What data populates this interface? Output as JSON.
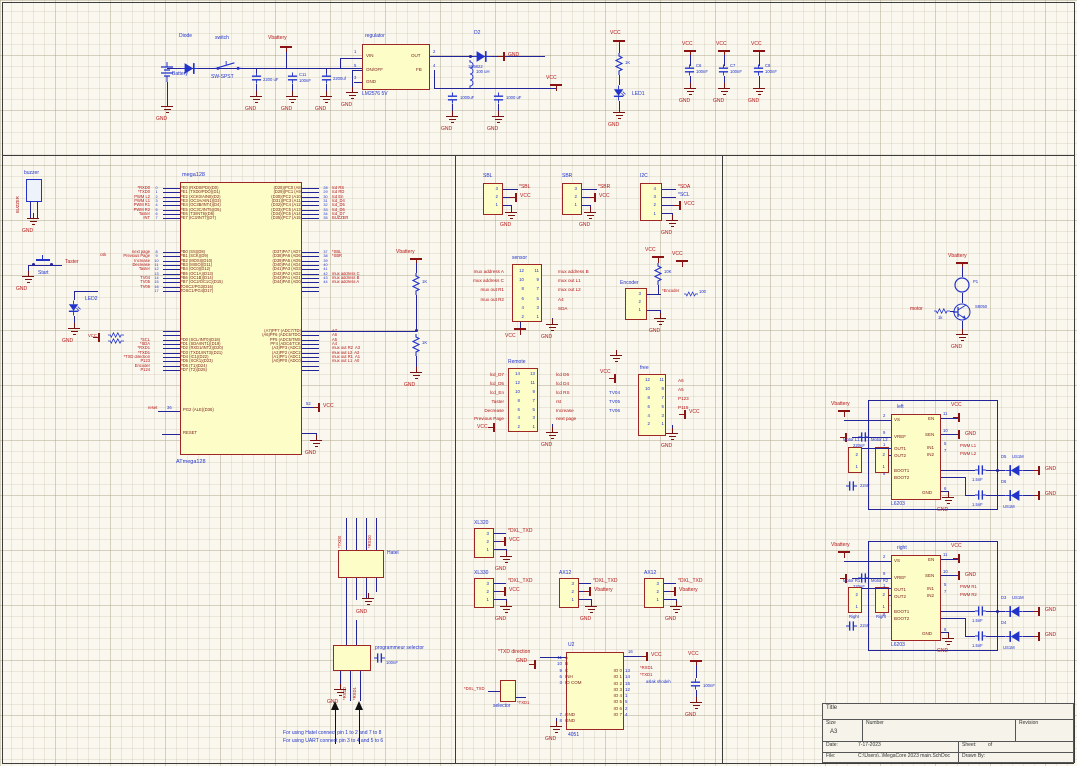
{
  "labels": {
    "gnd": "GND",
    "vcc": "VCC",
    "vbattery": "Vbattery"
  },
  "power": {
    "battery": "Battery",
    "diode": "Diode",
    "switch": "switch",
    "switch_type": "SW-SPST",
    "cap1": "2200 uF",
    "cap2_ref": "C11",
    "cap2_val": "100nF",
    "cap3": "2200uf",
    "reg_title": "regulator",
    "reg_name": "LM2576 5V",
    "reg": {
      "vin": "VIN",
      "out": "OUT",
      "onoff": "ON/OFF",
      "fb": "FB",
      "gnd": "GND",
      "n_vin": "1",
      "n_out": "2",
      "n_onoff": "5",
      "n_fb": "4",
      "n_gnd": "3"
    },
    "d2_ref": "D2",
    "d2_val": "1N5822",
    "ind": "100 uH",
    "cap4": "1000uF",
    "cap5": "1000 uF",
    "led_res": "1K",
    "led_ref": "LED1",
    "cvcc": [
      {
        "ref": "C6",
        "val": "100nF"
      },
      {
        "ref": "C7",
        "val": "100nF"
      },
      {
        "ref": "C8",
        "val": "100nF"
      }
    ]
  },
  "left": {
    "buzzer_title": "buzzer",
    "buzzer_net": "BUZZER",
    "start": "Start",
    "start_net": "Taster",
    "led2": "LED2"
  },
  "mcu": {
    "title": "mega128",
    "name": "ATmega128",
    "csk": "csk",
    "pullup_vcc": "VCC",
    "pe_rows": [
      {
        "l": "*RXD0",
        "ln": "0",
        "fl": "PE0 (RXD0/PDI)(D0)",
        "fr": "(D28)(PC0 (A8)",
        "rn": "lcd RS",
        "r": "28"
      },
      {
        "l": "*TXD0",
        "ln": "1",
        "fl": "PE1 (TXD0/PDO)(D1)",
        "fr": "(D29)(PC1 (A9)",
        "rn": "lcd RD",
        "r": "29"
      },
      {
        "l": "PWM L2",
        "ln": "2",
        "fl": "PE2 (XCK0/AIN0)(D2)",
        "fr": "(D30)(PC2 (A10)",
        "rn": "lcd En",
        "r": "30"
      },
      {
        "l": "PWM L1",
        "ln": "3",
        "fl": "PE3 (OC3A/AIN1)(D3)",
        "fr": "(D31)(PC3 (A11)",
        "rn": "lcd_D4",
        "r": "31"
      },
      {
        "l": "PWM R1",
        "ln": "4",
        "fl": "PE4 (OC3B/INT4)(D4)",
        "fr": "(D32)(PC4 (A12)",
        "rn": "lcd_D5",
        "r": "32"
      },
      {
        "l": "PWM R2",
        "ln": "5",
        "fl": "PE5 (OC3C/INT5)(D5)",
        "fr": "(D33)(PC5 (A13)",
        "rn": "lcd_D6",
        "r": "33"
      },
      {
        "l": "Taster",
        "ln": "6",
        "fl": "PE6 (T3/INT6)(D6)",
        "fr": "(D34)(PC6 (A14)",
        "rn": "lcd_D7",
        "r": "34"
      },
      {
        "l": "INT",
        "ln": "7",
        "fl": "PE7 (IC3/INT7)(D7)",
        "fr": "(D35)(PC7 (A15)",
        "rn": "BUZZER",
        "r": "35"
      }
    ],
    "pb_rows": [
      {
        "l": "next page",
        "ln": "8",
        "fl": "PB0 (SS)(D8)",
        "fr": "(D37)PA7 (AD7)",
        "rn": "*SBL",
        "r": "37"
      },
      {
        "l": "Previous Page",
        "ln": "9",
        "fl": "PB1 (SCK)(D9)",
        "fr": "(D38)PA6 (AD6)",
        "rn": "*SBR",
        "r": "38"
      },
      {
        "l": "Increase",
        "ln": "10",
        "fl": "PB2 (MOSI)(D10)",
        "fr": "(D39)PA5 (AD5)",
        "rn": "",
        "r": "39"
      },
      {
        "l": "Decrease",
        "ln": "11",
        "fl": "PB3 (MISO)(D11)",
        "fr": "(D40)PA4 (AD4)",
        "rn": "",
        "r": "40"
      },
      {
        "l": "Taster",
        "ln": "12",
        "fl": "PB4 (OC0)(D12)",
        "fr": "(D41)PA3 (AD3)",
        "rn": "",
        "r": "41"
      },
      {
        "l": "",
        "ln": "13",
        "fl": "PB5 (OC1A)(D13)",
        "fr": "(D42)PA2 (AD2)",
        "rn": "mux address C",
        "r": "42"
      },
      {
        "l": "TV04",
        "ln": "14",
        "fl": "PB6 (OC1B)(D14)",
        "fr": "(D43)PA1 (AD1)",
        "rn": "mux address B",
        "r": "43"
      },
      {
        "l": "TV05",
        "ln": "15",
        "fl": "PB7 (OC2/OC1C)(D15)",
        "fr": "(D44)PA0 (AD0)",
        "rn": "mux address A",
        "r": "44"
      },
      {
        "l": "TV06",
        "ln": "16",
        "fl": "TOSC2/PG3(D16)",
        "fr": "",
        "rn": "",
        "r": ""
      },
      {
        "l": "",
        "ln": "17",
        "fl": "TOSC1/PG4(D17)",
        "fr": "",
        "rn": "",
        "r": ""
      }
    ],
    "pd_rows": [
      {
        "l": "",
        "ln": "",
        "fl": "",
        "fr": "(A7)PF7 (ADC7/TDI)",
        "rn": "A7",
        "r": ""
      },
      {
        "l": "",
        "ln": "",
        "fl": "",
        "fr": "(A6)PF6 (ADC6/TDO)",
        "rn": "A6",
        "r": ""
      },
      {
        "l": "*SCL",
        "ln": "",
        "fl": "PD0 (SCL/INT0)(D18)",
        "fr": "PF5 (ADC5/TMS)",
        "rn": "A5",
        "r": ""
      },
      {
        "l": "*SDA",
        "ln": "",
        "fl": "PD1 (SDA/INT1)(D19)",
        "fr": "PF4 (ADC4/TCK)",
        "rn": "A4",
        "r": ""
      },
      {
        "l": "*RXD1",
        "ln": "",
        "fl": "PD2 (RXD1/INT2)(D20)",
        "fr": "(A3)PF3 (ADC3)",
        "rn": "mux out R2  A3",
        "r": ""
      },
      {
        "l": "*TXD1",
        "ln": "",
        "fl": "PD3 (TXD1/INT3)(D21)",
        "fr": "(A2)PF2 (ADC2)",
        "rn": "mux out L2  A2",
        "r": ""
      },
      {
        "l": "*TXD direction",
        "ln": "",
        "fl": "PD4 (IC1)(D22)",
        "fr": "(A1)PF1 (ADC1)",
        "rn": "mux out R1  A1",
        "r": ""
      },
      {
        "l": "P123",
        "ln": "",
        "fl": "PD5 (XCK1)(D23)",
        "fr": "(A0)PF0 (ADC0)",
        "rn": "mux out L1  A0",
        "r": ""
      },
      {
        "l": "Encoder",
        "ln": "",
        "fl": "PD6 (T1)(D24)",
        "fr": "",
        "rn": "",
        "r": ""
      },
      {
        "l": "P124",
        "ln": "",
        "fl": "PD7 (T2)(D25)",
        "fr": "",
        "rn": "",
        "r": ""
      }
    ],
    "pg2_net": "reset",
    "pg2_num": "36",
    "pg2": "PG2 (ALE)(D36)",
    "reset": "RESET",
    "vcc_num": "52",
    "div": {
      "r1": "1K",
      "r2": "1K"
    }
  },
  "mid": {
    "sbl": {
      "title": "SBL",
      "pins": [
        "3",
        "2",
        "1"
      ],
      "net": "*SBL"
    },
    "sbr": {
      "title": "SBR",
      "pins": [
        "3",
        "2",
        "1"
      ],
      "net": "*SBR"
    },
    "i2c": {
      "title": "I2C",
      "pins": [
        "4",
        "3",
        "2",
        "1"
      ],
      "net1": "*SDA",
      "net2": "*SCL"
    },
    "sensor": {
      "title": "sensor",
      "pl": [
        "12",
        "10",
        "8",
        "6",
        "4",
        "2"
      ],
      "pr": [
        "11",
        "9",
        "7",
        "5",
        "3",
        "1"
      ],
      "lnets": [
        "mux address A",
        "mux address C",
        "mux out R1",
        "mux out R2"
      ],
      "rnets": [
        "mux address B",
        "mux out L1",
        "mux out L2",
        "A4",
        "SDA"
      ]
    },
    "encoder": {
      "title": "Encoder",
      "pins": [
        "3",
        "2",
        "1"
      ],
      "pullup": "10K",
      "series": "100",
      "net": "*Encoder"
    },
    "remote": {
      "title": "Remote",
      "pl": [
        "14",
        "12",
        "10",
        "8",
        "6",
        "4",
        "2"
      ],
      "pr": [
        "13",
        "11",
        "9",
        "7",
        "5",
        "3",
        "1"
      ],
      "lnets": [
        "lcd_D7",
        "lcd_D5",
        "lcd_En",
        "Taster",
        "Decrease",
        "Previous Page"
      ],
      "rnets": [
        "lcd D6",
        "lcd D4",
        "lcd RS",
        "rst",
        "Increase",
        "next page"
      ]
    },
    "free": {
      "title": "free",
      "pl": [
        "12",
        "10",
        "8",
        "6",
        "4",
        "2"
      ],
      "pr": [
        "11",
        "9",
        "7",
        "5",
        "3",
        "1"
      ],
      "lnets": [
        "TV04",
        "TV05",
        "TV06"
      ],
      "rnets": [
        "A6",
        "A5",
        "P123",
        "P115"
      ]
    },
    "xl320": {
      "title": "XL320",
      "net": "*DXL_TXD",
      "p2": "VCC"
    },
    "xl330": {
      "title": "XL330",
      "net": "*DXL_TXD",
      "p2": "VCC"
    },
    "ax12a": {
      "title": "AX12",
      "net": "*DXL_TXD",
      "p2": "Vbattery"
    },
    "ax12b": {
      "title": "AX12",
      "net": "*DXL_TXD",
      "p2": "Vbattery"
    },
    "u2": {
      "ref": "U2",
      "name": "4051",
      "lpins": [
        {
          "n": "11",
          "t": "A"
        },
        {
          "n": "10",
          "t": "B"
        },
        {
          "n": "9",
          "t": "C"
        },
        {
          "n": "6",
          "t": "INH"
        },
        {
          "n": "3",
          "t": "IO COM"
        }
      ],
      "gpins": [
        {
          "n": "7",
          "t": "GND"
        },
        {
          "n": "8",
          "t": "GND"
        }
      ],
      "rpins": [
        {
          "n": "13",
          "t": "IO 0"
        },
        {
          "n": "14",
          "t": "IO 1"
        },
        {
          "n": "15",
          "t": "IO 2"
        },
        {
          "n": "12",
          "t": "IO 3"
        },
        {
          "n": "1",
          "t": "IO 4"
        },
        {
          "n": "5",
          "t": "IO 5"
        },
        {
          "n": "2",
          "t": "IO 6"
        },
        {
          "n": "4",
          "t": "IO 7"
        }
      ],
      "vcc_n": "16",
      "net_a": "*TXD direction",
      "net_io0": "*RXD1",
      "net_io1": "*TXD1",
      "net_io2": "aslak shodeh",
      "cap": "100nF"
    },
    "selector": {
      "title": "selector",
      "net_l": "*DXL_TXD",
      "net_r": "*TXD1"
    },
    "hatel": {
      "title": "Hatel",
      "prog": "programmeur selector",
      "cap": "100nF",
      "t1": "*TXD0",
      "t2": "*RXD0",
      "b1": "*RXD0",
      "b2": "*RXD1"
    },
    "notes": [
      "For using Hatel connect pin 1 to 2 and 7 to 8",
      "For using UART connect pin 3 to 4 and 5 to 6"
    ]
  },
  "right": {
    "q": {
      "vbat": "Vbattery",
      "m_ref": "P1",
      "net": "motor",
      "res": "1k",
      "val": "S8050"
    },
    "ldrv": {
      "title": "left",
      "name": "L6203",
      "vs_n": "2",
      "vs": "VS",
      "vref_n": "9",
      "vref": "VREF",
      "out1_n": "1",
      "out1": "OUT1",
      "out2_n": "3",
      "out2": "OUT2",
      "boot1_n": "4",
      "boot1": "BOOT1",
      "boot2_n": "8",
      "boot2": "BOOT2",
      "gnd_n": "6",
      "gnd": "GND",
      "en_n": "11",
      "en": "EN",
      "sen_n": "10",
      "sen": "SEN",
      "in1_n": "5",
      "in1": "IN1",
      "in2_n": "7",
      "in2": "IN2",
      "net_in1": "PWM L1",
      "net_in2": "PWM L2",
      "c_vref": "220nF",
      "c_out": "22nF",
      "cb1": "1.5nF",
      "cb2": "1.5nF",
      "d1_ref": "D5",
      "d1_val": "US1M",
      "d2_ref": "D6",
      "d2_val": "US1M",
      "m1": "Motor L1",
      "m2": "Motor L2",
      "mpins": [
        "2",
        "1"
      ]
    },
    "rdrv": {
      "title": "right",
      "name": "L6203",
      "vs_n": "2",
      "vs": "VS",
      "vref_n": "9",
      "vref": "VREF",
      "out1_n": "1",
      "out1": "OUT1",
      "out2_n": "3",
      "out2": "OUT2",
      "boot1_n": "4",
      "boot1": "BOOT1",
      "boot2_n": "8",
      "boot2": "BOOT2",
      "gnd_n": "6",
      "gnd": "GND",
      "en_n": "11",
      "en": "EN",
      "sen_n": "10",
      "sen": "SEN",
      "in1_n": "5",
      "in1": "IN1",
      "in2_n": "7",
      "in2": "IN2",
      "net_in1": "PWM R1",
      "net_in2": "PWM R2",
      "c_vref": "220nF",
      "c_out": "22nF",
      "cb1": "1.5nF",
      "cb2": "1.5nF",
      "d1_ref": "D3",
      "d1_val": "US1M",
      "d2_ref": "D4",
      "d2_val": "US1M",
      "m1": "Motor R1",
      "m2": "Motor R2",
      "sub1": "Right",
      "sub2": "Right",
      "mpins": [
        "2",
        "1"
      ]
    }
  },
  "tb": {
    "title": "Title",
    "size_l": "Size",
    "size": "A3",
    "number_l": "Number",
    "rev_l": "Revision",
    "date_l": "Date:",
    "date": "7-17-2023",
    "sheet_l": "Sheet:",
    "of": "of",
    "file_l": "File:",
    "file": "C:\\Users\\..\\MegaCore 2023 main.SchDoc",
    "drawn_l": "Drawn By:"
  }
}
